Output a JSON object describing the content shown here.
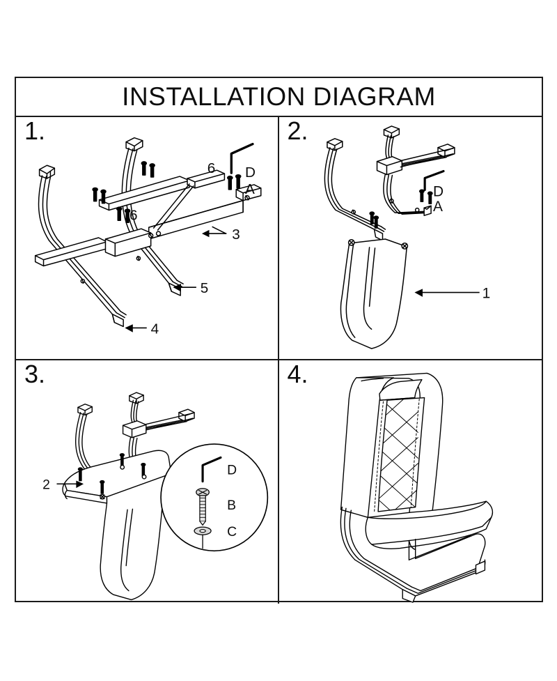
{
  "document": {
    "title": "INSTALLATION DIAGRAM",
    "type": "furniture-assembly-instruction-sheet",
    "product": "cantilever dining chair",
    "line_color": "#000000",
    "background_color": "#ffffff",
    "border_color": "#1a1a1a"
  },
  "panels": [
    {
      "number": "1.",
      "name": "step-1",
      "description": "Join the two side frame tubes to the cross rails with screws",
      "callouts": [
        {
          "id": "c1-D",
          "label": "D",
          "kind": "hardware-letter",
          "item": "allen-key"
        },
        {
          "id": "c1-A",
          "label": "A",
          "kind": "hardware-letter",
          "item": "bolt"
        },
        {
          "id": "c1-6a",
          "label": "6",
          "kind": "part-number",
          "item": "connector-bracket"
        },
        {
          "id": "c1-6b",
          "label": "6",
          "kind": "part-number",
          "item": "connector-bracket"
        },
        {
          "id": "c1-3",
          "label": "3",
          "kind": "part-number",
          "item": "rear-cross-rail"
        },
        {
          "id": "c1-5",
          "label": "5",
          "kind": "part-number",
          "item": "front-cross-rail"
        },
        {
          "id": "c1-4",
          "label": "4",
          "kind": "part-number",
          "item": "base-runner"
        }
      ]
    },
    {
      "number": "2.",
      "name": "step-2",
      "description": "Attach the backrest cushion to the assembled frame",
      "callouts": [
        {
          "id": "c2-D",
          "label": "D",
          "kind": "hardware-letter",
          "item": "allen-key"
        },
        {
          "id": "c2-A",
          "label": "A",
          "kind": "hardware-letter",
          "item": "bolt"
        },
        {
          "id": "c2-1",
          "label": "1",
          "kind": "part-number",
          "item": "backrest-cushion"
        }
      ]
    },
    {
      "number": "3.",
      "name": "step-3",
      "description": "Fix the seat cushion to the frame using screws and washers",
      "callouts": [
        {
          "id": "c3-2",
          "label": "2",
          "kind": "part-number",
          "item": "seat-cushion"
        }
      ],
      "detail_circle": {
        "name": "hardware-detail-inset",
        "items": [
          {
            "label": "D",
            "item": "allen-key"
          },
          {
            "label": "B",
            "item": "phillips-screw"
          },
          {
            "label": "C",
            "item": "washer"
          }
        ]
      }
    },
    {
      "number": "4.",
      "name": "step-4",
      "description": "Completed cantilever dining chair with diamond quilted backrest",
      "callouts": []
    }
  ]
}
